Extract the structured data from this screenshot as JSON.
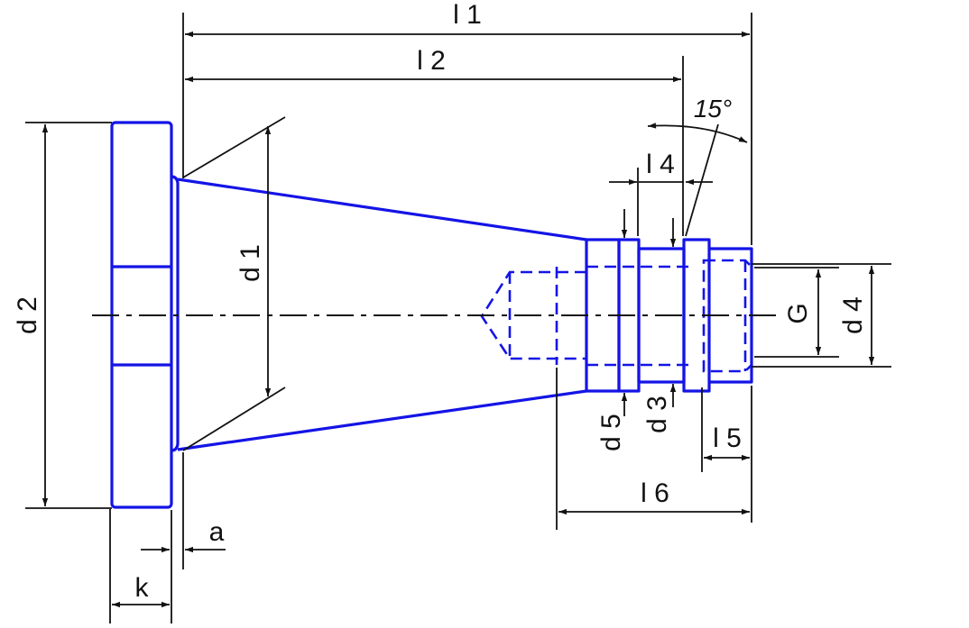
{
  "colors": {
    "part_outline": "#1414e6",
    "dimension_lines": "#111111",
    "background": "#ffffff"
  },
  "labels": {
    "l1": "l 1",
    "l2": "l 2",
    "l4": "l 4",
    "l5": "l 5",
    "l6": "l 6",
    "d1": "d 1",
    "d2": "d 2",
    "d3": "d 3",
    "d4": "d 4",
    "d5": "d 5",
    "G": "G",
    "a": "a",
    "k": "k",
    "angle": "15°"
  }
}
